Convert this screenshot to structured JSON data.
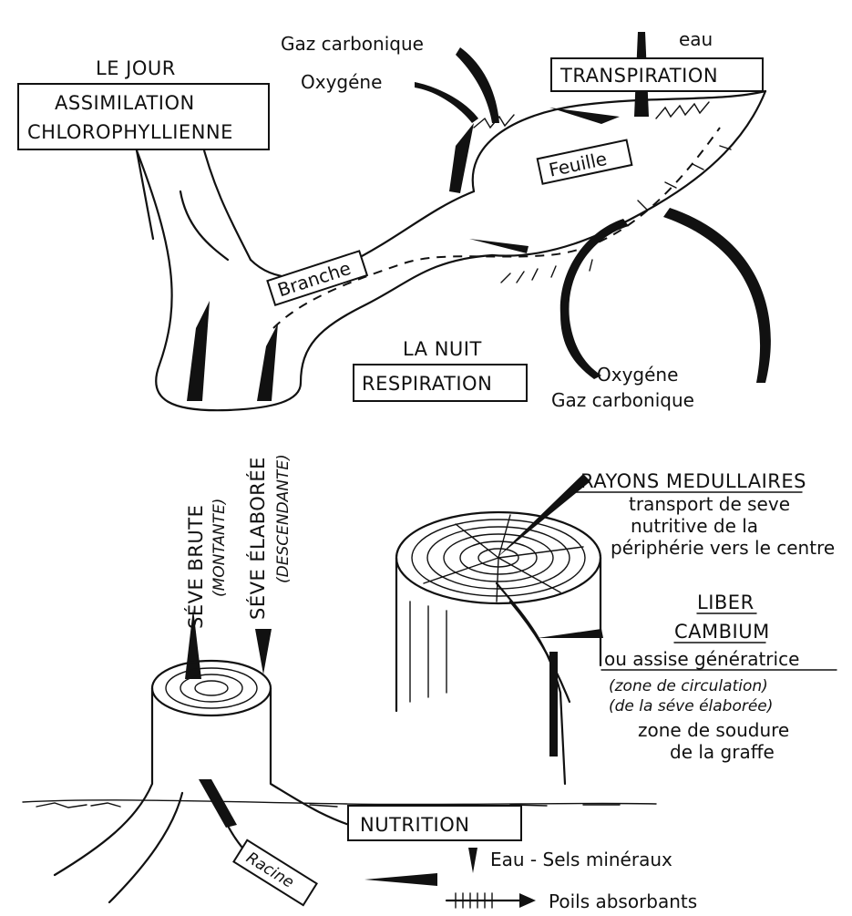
{
  "labels": {
    "le_jour": "LE JOUR",
    "assimilation_1": "ASSIMILATION",
    "assimilation_2": "CHLOROPHYLLIENNE",
    "gaz_carbonique_top": "Gaz carbonique",
    "oxygene_top": "Oxygéne",
    "eau": "eau",
    "transpiration": "TRANSPIRATION",
    "feuille": "Feuille",
    "branche": "Branche",
    "la_nuit": "LA NUIT",
    "respiration": "RESPIRATION",
    "oxygene_night": "Oxygéne",
    "gaz_carbonique_night": "Gaz carbonique",
    "seve_brute": "SÉVE BRUTE",
    "montante": "(MONTANTE)",
    "seve_elaboree": "SÉVE ÉLABORÉE",
    "descendante": "(DESCENDANTE)",
    "rayons_title": "RAYONS MEDULLAIRES",
    "rayons_line1": "transport de seve",
    "rayons_line2": "nutritive de la",
    "rayons_line3": "périphérie vers le centre",
    "liber": "LIBER",
    "cambium": "CAMBIUM",
    "assise": "ou assise génératrice",
    "zone_circ_1": "(zone de circulation)",
    "zone_circ_2": "(de la séve élaborée)",
    "soudure_1": "zone de soudure",
    "soudure_2": "de la graffe",
    "nutrition": "NUTRITION",
    "racine": "Racine",
    "eau_sels": "Eau - Sels minéraux",
    "poils": "Poils absorbants"
  }
}
